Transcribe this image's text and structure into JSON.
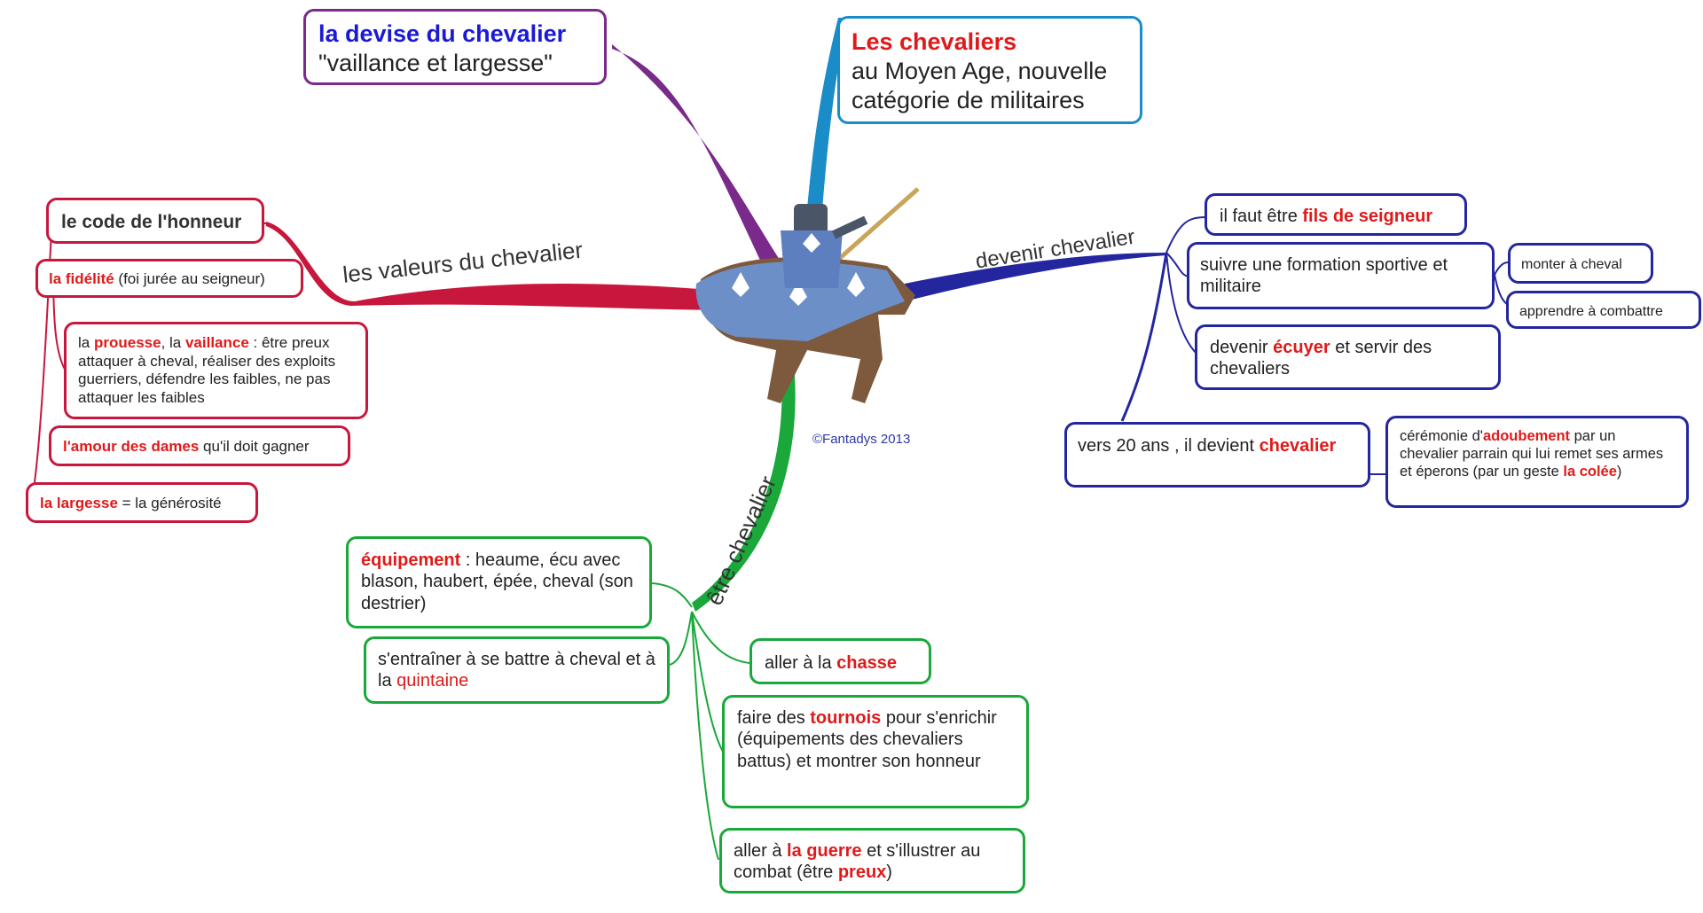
{
  "copyright": "©Fantadys 2013",
  "illustration_icon": "mounted-knight-illustration",
  "colors": {
    "devise": "#7a2a8a",
    "chevaliers": "#1a8cc8",
    "valeurs": "#c8173c",
    "devenir": "#23269e",
    "etre": "#1aa83a",
    "highlight": "#e01a1a"
  },
  "branches": {
    "valeurs": "les valeurs du chevalier",
    "devenir": "devenir chevalier",
    "etre": "être chevalier"
  },
  "devise": {
    "title": "la devise du chevalier",
    "text": "\"vaillance et largesse\""
  },
  "chevaliers": {
    "title": "Les chevaliers",
    "text": "au Moyen Age, nouvelle catégorie de militaires"
  },
  "valeurs": {
    "code": "le code de l'honneur",
    "fidelite": {
      "strong": "la fidélité",
      "rest": " (foi jurée au seigneur)"
    },
    "prouesse": {
      "p1": "la ",
      "strong1": "prouesse",
      "p2": ", la ",
      "strong2": "vaillance",
      "rest": " : être preux attaquer à cheval, réaliser des exploits guerriers, défendre les faibles, ne pas attaquer les faibles"
    },
    "amour": {
      "strong": "l'amour des dames",
      "rest": " qu'il doit gagner"
    },
    "largesse": {
      "strong": "la largesse",
      "rest": " = la générosité"
    }
  },
  "devenir": {
    "fils": {
      "pre": "il faut être ",
      "strong": "fils de seigneur"
    },
    "formation": "suivre une formation sportive et militaire",
    "monter": "monter à cheval",
    "combattre": "apprendre à combattre",
    "ecuyer": {
      "pre": "devenir ",
      "strong": "écuyer",
      "rest": " et servir des chevaliers"
    },
    "vingt": {
      "pre": "vers 20 ans , il devient ",
      "strong": "chevalier"
    },
    "ceremonie": {
      "pre": "cérémonie d'",
      "strong1": "adoubement",
      "mid": " par un chevalier parrain qui lui remet ses armes et éperons (par un geste ",
      "strong2": "la colée",
      "post": ")"
    }
  },
  "etre": {
    "equipement": {
      "strong": "équipement",
      "rest": " : heaume, écu avec blason, haubert, épée, cheval (son destrier)"
    },
    "entrainer": {
      "pre": "s'entraîner à se battre à cheval et à la ",
      "red": "quintaine"
    },
    "chasse": {
      "pre": "aller à la ",
      "strong": "chasse"
    },
    "tournois": {
      "pre": "faire des ",
      "strong": "tournois",
      "rest": " pour s'enrichir (équipements des chevaliers battus) et montrer son honneur"
    },
    "guerre": {
      "pre": "aller à ",
      "strong": "la guerre",
      "mid": " et s'illustrer au combat (être ",
      "strong2": "preux",
      "post": ")"
    }
  }
}
